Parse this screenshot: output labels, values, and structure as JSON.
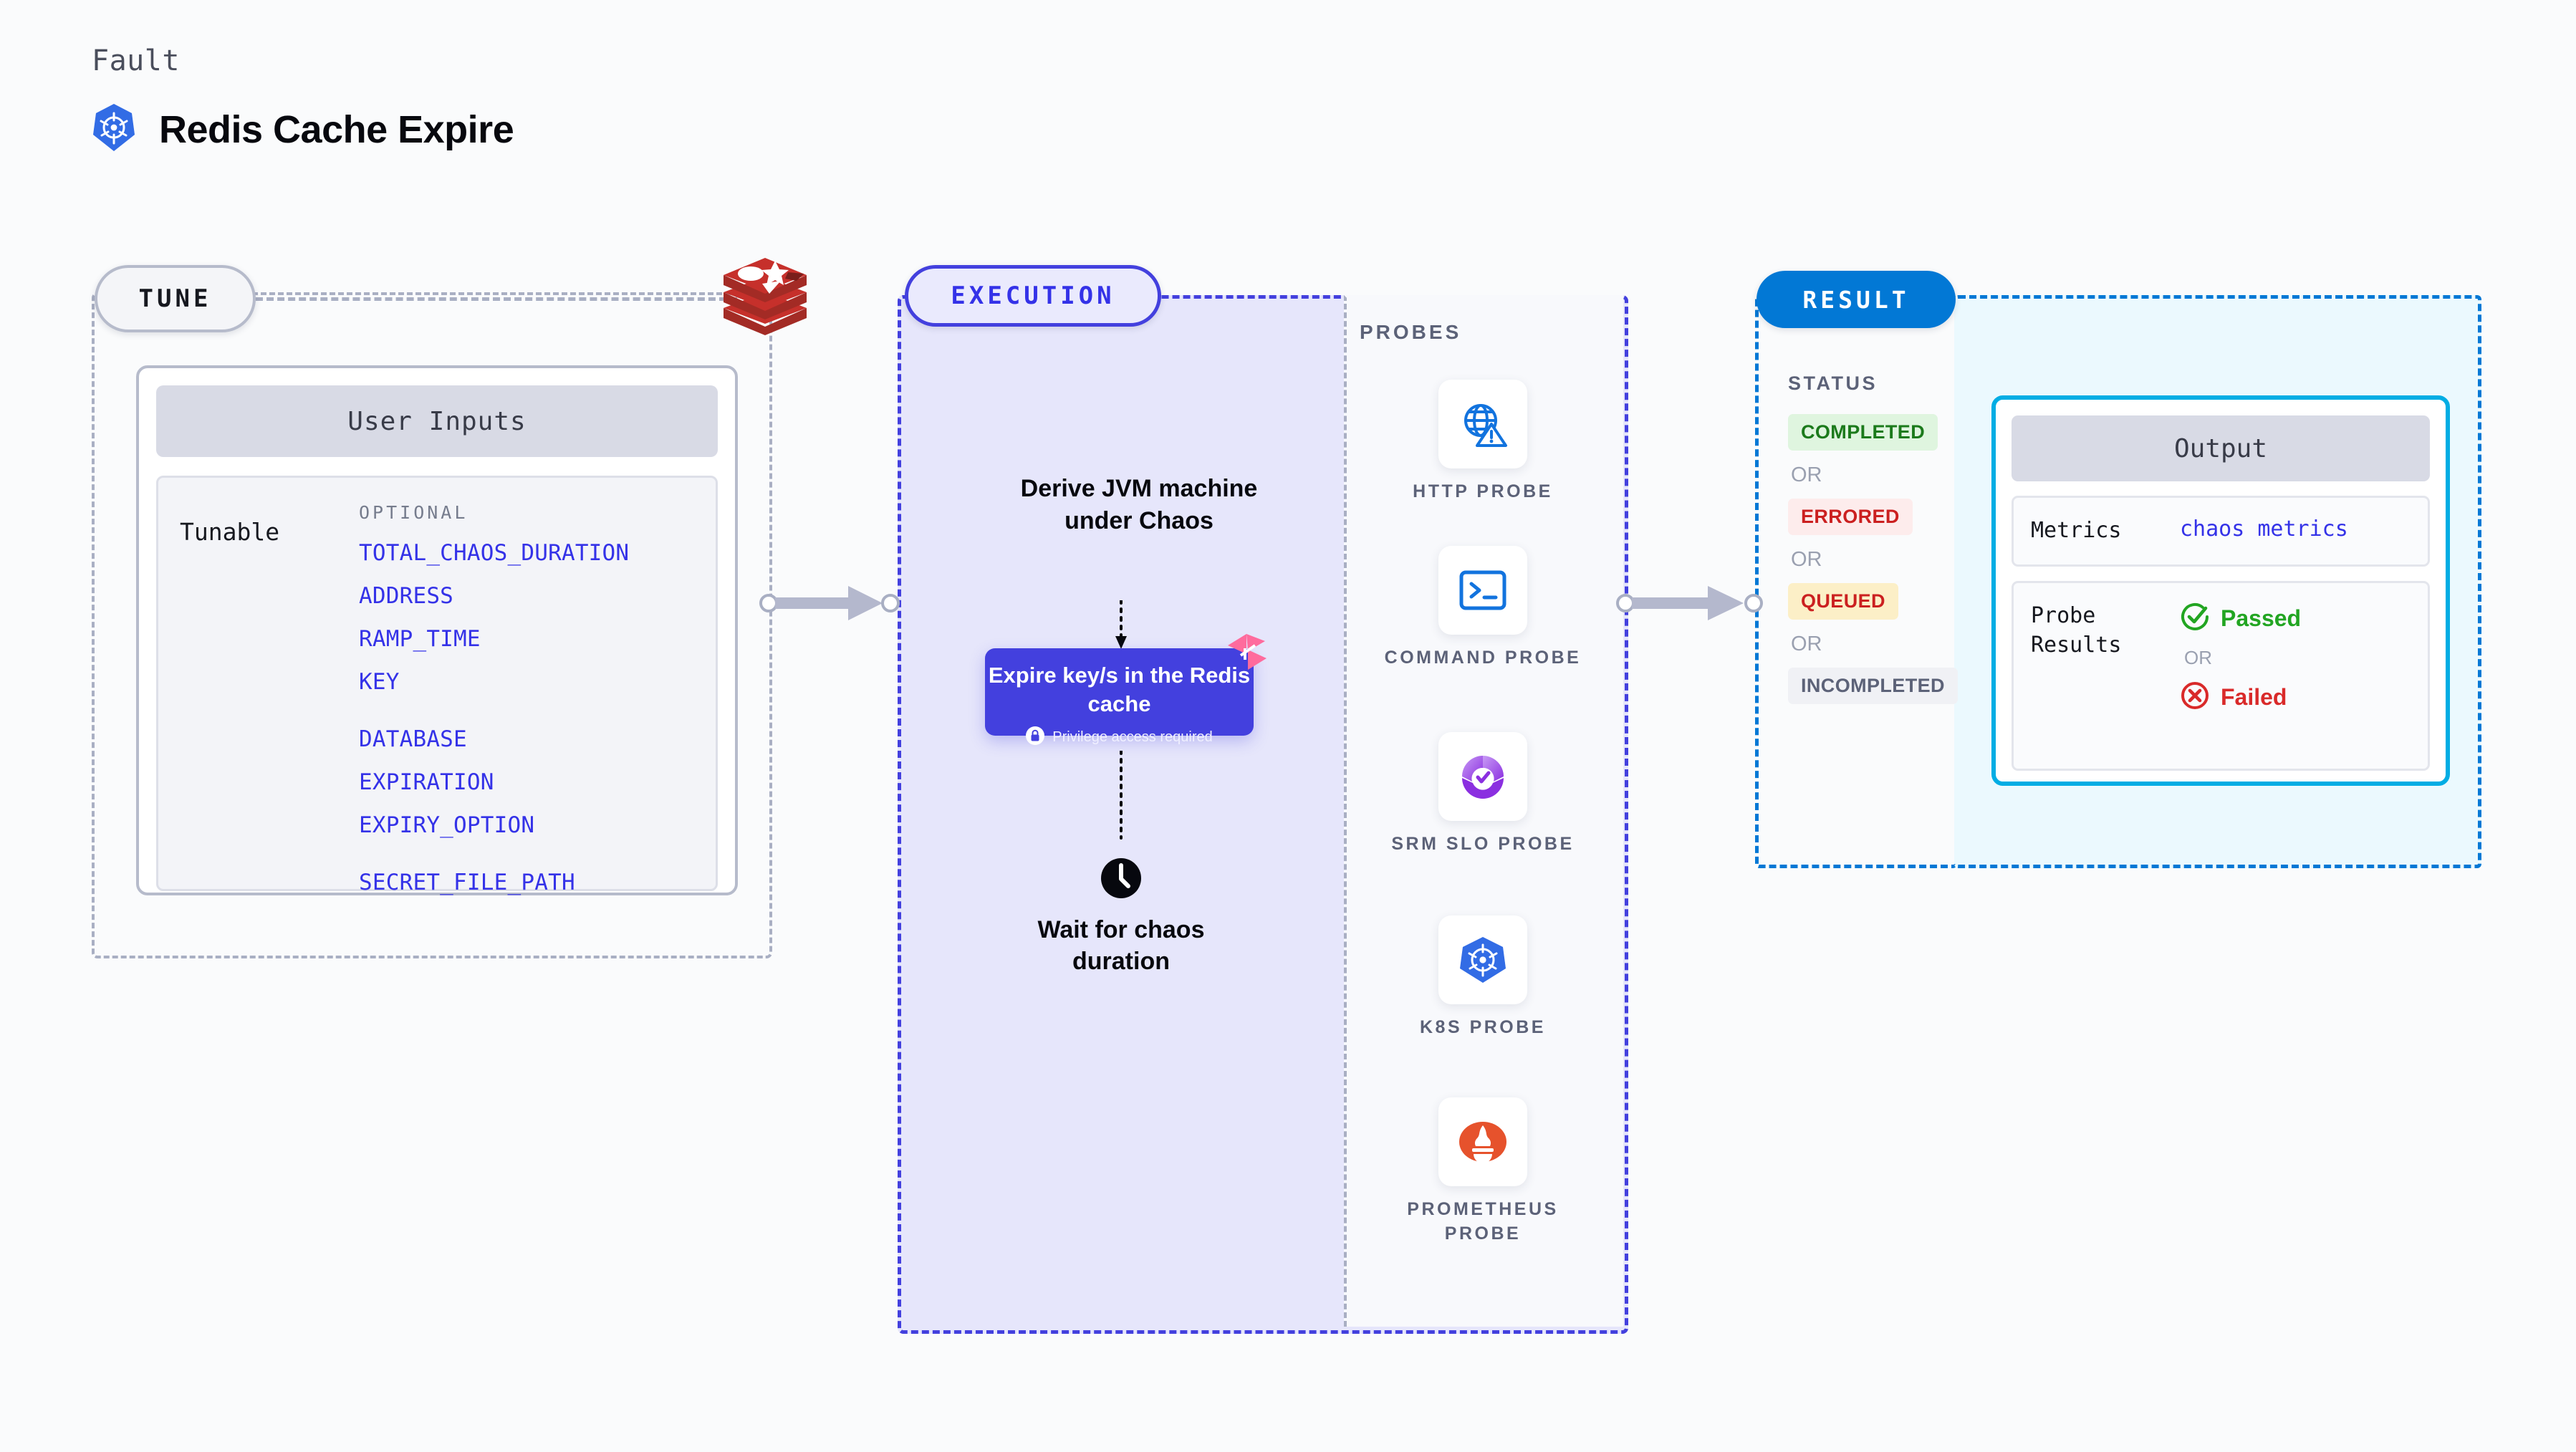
{
  "header": {
    "eyebrow": "Fault",
    "title": "Redis Cache Expire",
    "icon": "kubernetes-helm-icon"
  },
  "tune": {
    "pill_label": "TUNE",
    "logo_icon": "redis-logo-icon",
    "user_inputs_title": "User Inputs",
    "tunable_label": "Tunable",
    "optional_label": "OPTIONAL",
    "tunables": [
      "TOTAL_CHAOS_DURATION",
      "ADDRESS",
      "RAMP_TIME",
      "KEY",
      "DATABASE",
      "EXPIRATION",
      "EXPIRY_OPTION",
      "SECRET_FILE_PATH"
    ]
  },
  "execution": {
    "pill_label": "EXECUTION",
    "derive_text": "Derive JVM machine under Chaos",
    "chaos_card": {
      "title": "Expire key/s in the Redis cache",
      "privilege_text": "Privilege access required",
      "lock_icon": "lock-icon",
      "corner_badge_icon": "harness-logo-icon"
    },
    "wait": {
      "icon": "clock-icon",
      "text": "Wait for chaos duration"
    }
  },
  "probes": {
    "title": "PROBES",
    "items": [
      {
        "label": "HTTP PROBE",
        "icon": "globe-warning-icon"
      },
      {
        "label": "COMMAND PROBE",
        "icon": "terminal-icon"
      },
      {
        "label": "SRM SLO PROBE",
        "icon": "srm-slo-check-icon"
      },
      {
        "label": "K8S PROBE",
        "icon": "kubernetes-helm-icon"
      },
      {
        "label": "PROMETHEUS PROBE",
        "icon": "prometheus-torch-icon"
      }
    ]
  },
  "result": {
    "pill_label": "RESULT",
    "status_title": "STATUS",
    "or_label": "OR",
    "statuses": [
      {
        "label": "COMPLETED",
        "bg": "#DFF5DF",
        "color": "#1B7A1B"
      },
      {
        "label": "ERRORED",
        "bg": "#FDECEC",
        "color": "#CB2020"
      },
      {
        "label": "QUEUED",
        "bg": "#FCEFC7",
        "color": "#CB2020"
      },
      {
        "label": "INCOMPLETED",
        "bg": "#F0F1F5",
        "color": "#5C6278"
      }
    ],
    "output": {
      "title": "Output",
      "metrics_label": "Metrics",
      "metrics_value": "chaos metrics",
      "probe_results_label": "Probe Results",
      "passed_label": "Passed",
      "failed_label": "Failed",
      "or_label": "OR",
      "passed_icon": "check-circle-icon",
      "failed_icon": "x-circle-icon"
    }
  },
  "colors": {
    "tune_border": "#A9AFC3",
    "execution_accent": "#4340DE",
    "result_accent": "#0278D5",
    "output_border": "#00ADE4",
    "tunable_text": "#3432E8",
    "passed": "#22A522",
    "failed": "#D92A2A"
  }
}
